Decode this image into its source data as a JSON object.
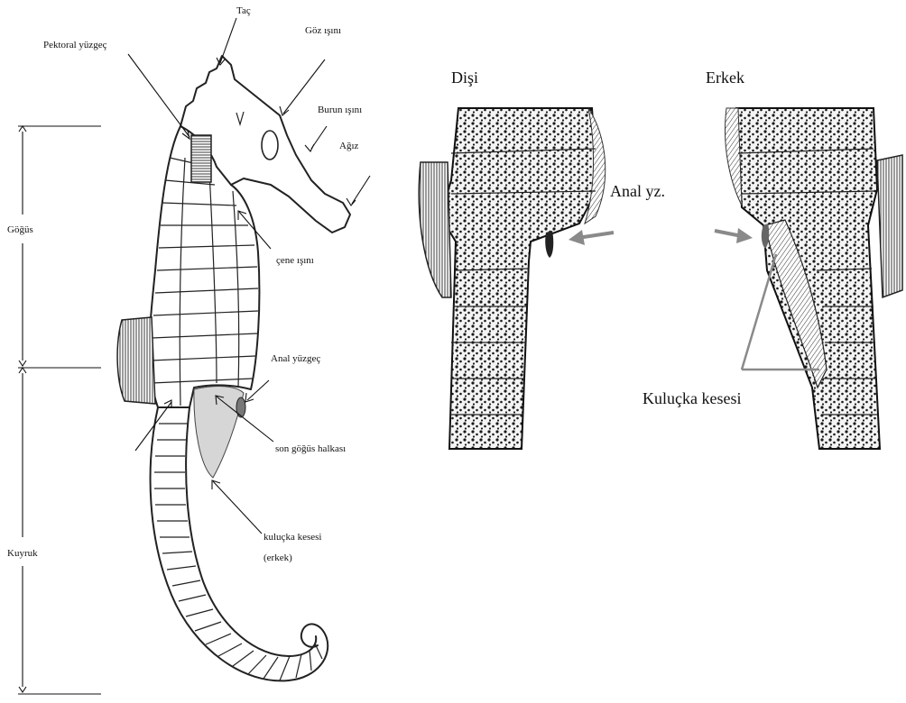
{
  "left_diagram": {
    "labels": {
      "crown": "Taç",
      "eye_spine": "Göz ışını",
      "pectoral_fin": "Pektoral yüzgeç",
      "nose_spine": "Burun ışını",
      "mouth": "Ağız",
      "chest": "Göğüs",
      "jaw_spine": "çene ışını",
      "anal_fin": "Anal yüzgeç",
      "last_chest_ring": "son göğüs halkası",
      "tail": "Kuyruk",
      "brood_pouch": "kuluçka kesesi",
      "brood_pouch_note": "(erkek)"
    },
    "colors": {
      "pouch_fill": "#d6d6d6",
      "outline": "#222222"
    }
  },
  "right_diagram": {
    "female_title": "Dişi",
    "male_title": "Erkek",
    "anal_fin_label": "Anal yz.",
    "brood_pouch_label": "Kuluçka kesesi",
    "colors": {
      "pointer_arrow": "#8a8a8a",
      "texture": "#1a1a1a"
    }
  }
}
